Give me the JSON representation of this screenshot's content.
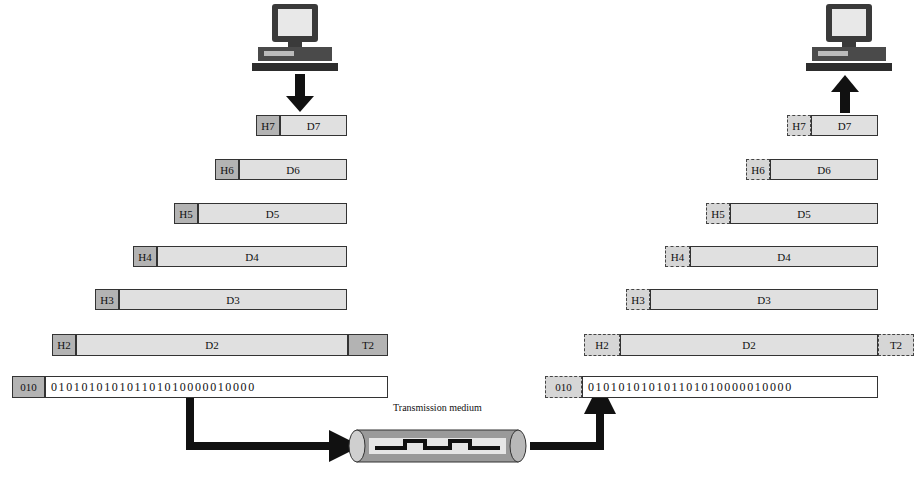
{
  "diagram": {
    "nodes": [
      {
        "text": [
          "H7"
        ]
      },
      {
        "text": [
          "D7"
        ]
      },
      {
        "text": [
          "H6"
        ]
      },
      {
        "text": [
          "D6"
        ]
      },
      {
        "text": [
          "H5"
        ]
      },
      {
        "text": [
          "D5"
        ]
      },
      {
        "text": [
          "H4"
        ]
      },
      {
        "text": [
          "D4"
        ]
      },
      {
        "text": [
          "H3"
        ]
      },
      {
        "text": [
          "D3"
        ]
      },
      {
        "text": [
          "H2"
        ]
      },
      {
        "text": [
          "D2"
        ]
      },
      {
        "text": [
          "T2"
        ]
      },
      {
        "text": [
          "010"
        ]
      },
      {
        "text": [
          "010101010101101010000010000"
        ]
      },
      {
        "text": [
          "H7"
        ]
      },
      {
        "text": [
          "D7"
        ]
      },
      {
        "text": [
          "H6"
        ]
      },
      {
        "text": [
          "D6"
        ]
      },
      {
        "text": [
          "H5"
        ]
      },
      {
        "text": [
          "D5"
        ]
      },
      {
        "text": [
          "H4"
        ]
      },
      {
        "text": [
          "D4"
        ]
      },
      {
        "text": [
          "H3"
        ]
      },
      {
        "text": [
          "D3"
        ]
      },
      {
        "text": [
          "H2"
        ]
      },
      {
        "text": [
          "D2"
        ]
      },
      {
        "text": [
          "T2"
        ]
      },
      {
        "text": [
          "010"
        ]
      },
      {
        "text": [
          "010101010101101010000010000"
        ]
      },
      {
        "text": [
          "Transmission medium"
        ]
      }
    ],
    "edges": [
      {
        "from": 14,
        "to": 30,
        "arrow": "to"
      },
      {
        "from": 30,
        "to": 29,
        "arrow": "to"
      }
    ]
  }
}
